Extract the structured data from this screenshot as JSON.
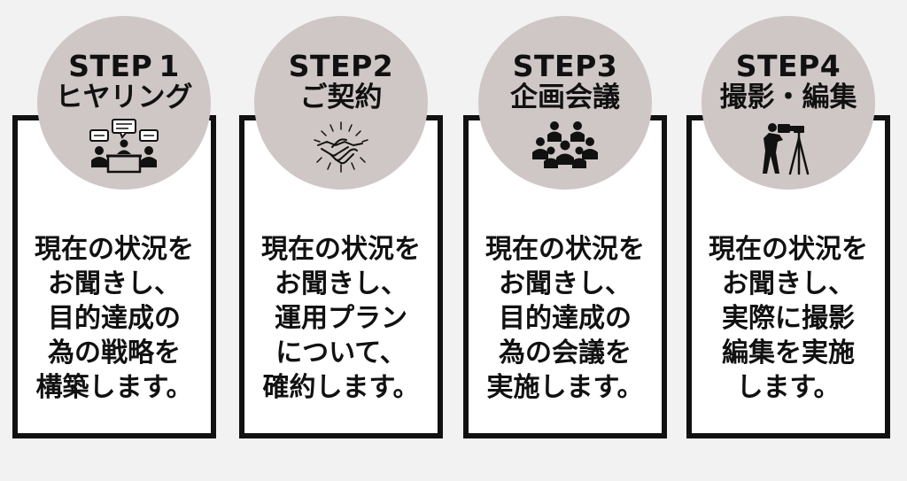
{
  "steps": [
    {
      "label": "STEP 1",
      "title": "ヒヤリング",
      "icon": "meeting-chat-icon",
      "lines": [
        "現在の状況を",
        "お聞きし、",
        "目的達成の",
        "為の戦略を",
        "構築します。"
      ]
    },
    {
      "label": "STEP2",
      "title": "ご契約",
      "icon": "handshake-icon",
      "lines": [
        "現在の状況を",
        "お聞きし、",
        "運用プラン",
        "について、",
        "確約します。"
      ]
    },
    {
      "label": "STEP3",
      "title": "企画会議",
      "icon": "group-meeting-icon",
      "lines": [
        "現在の状況を",
        "お聞きし、",
        "目的達成の",
        "為の会議を",
        "実施します。"
      ]
    },
    {
      "label": "STEP4",
      "title": "撮影・編集",
      "icon": "photographer-tripod-icon",
      "lines": [
        "現在の状況を",
        "お聞きし、",
        "実際に撮影",
        "編集を実施",
        "します。"
      ]
    }
  ],
  "colors": {
    "background": "#f2f2f2",
    "circle": "#cfc7c6",
    "border": "#111111",
    "card": "#ffffff",
    "text": "#111111"
  }
}
